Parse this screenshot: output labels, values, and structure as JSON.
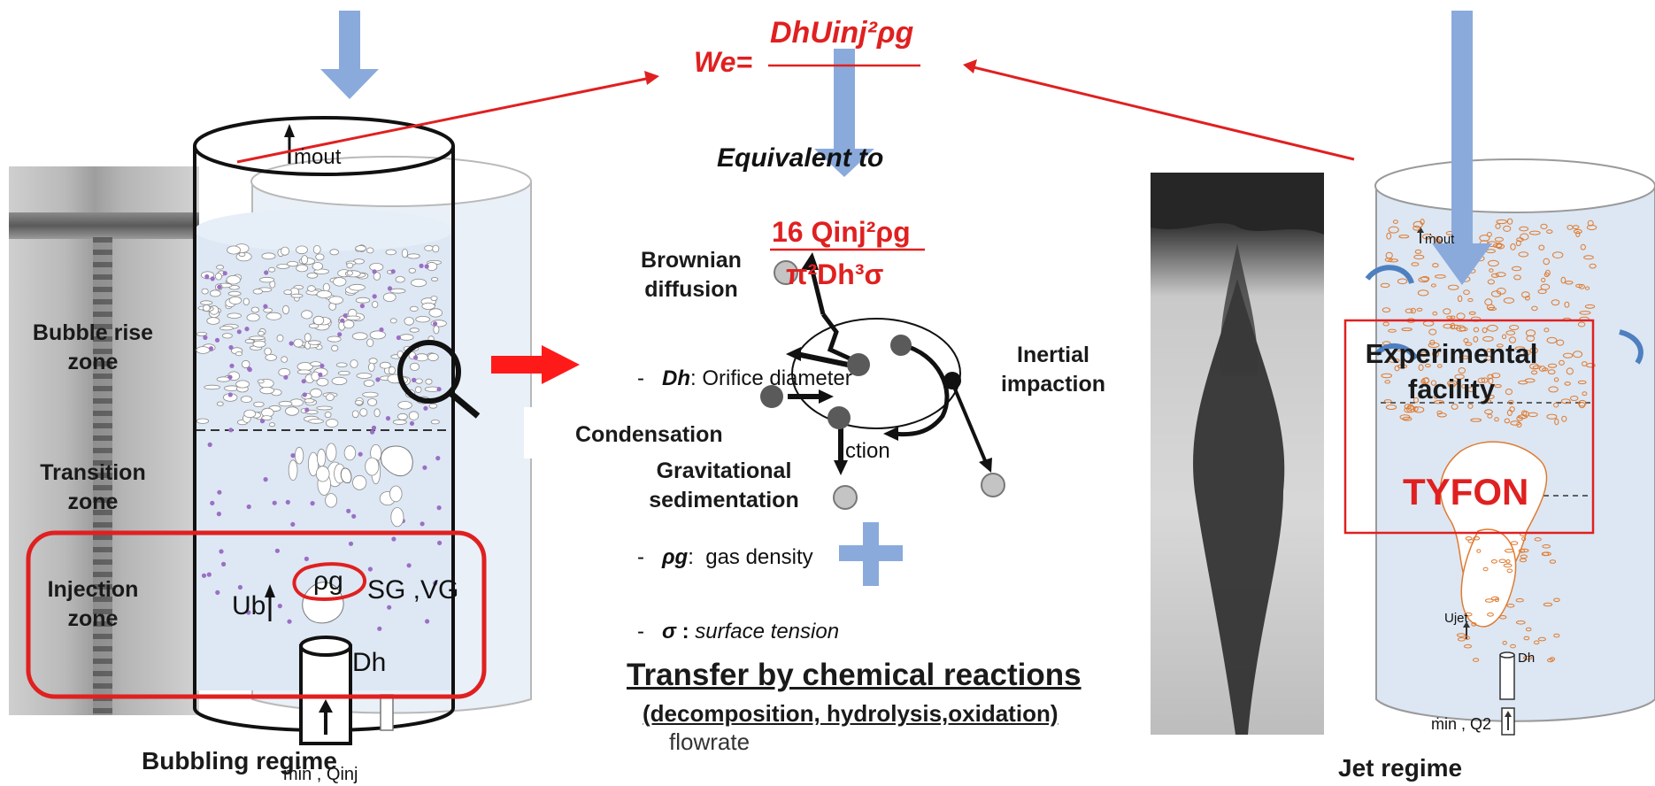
{
  "left": {
    "zones": [
      "Bubble rise zone",
      "Transition zone",
      "Injection zone"
    ],
    "outflow_label": "ṁout",
    "ub_label": "Ub",
    "rho_label": "ρg",
    "sg_vg_label": "SG ,VG",
    "dh_label": "Dh",
    "inflow_label": "ṁin , Qinj",
    "regime_label": "Bubbling regime"
  },
  "center": {
    "we_prefix": "We=",
    "we_num": "DhUinj²ρg",
    "equivalent": "Equivalent to",
    "formula2_num": "16 Qinj²ρg",
    "formula2_den": "π²Dh³σ",
    "mechanisms": {
      "brownian": "Brownian diffusion",
      "inertial": "Inertial impaction",
      "condensation": "Condensation",
      "gravitational": "Gravitational sedimentation"
    },
    "bullets": [
      {
        "sym": "Dh",
        "sep": ":",
        "text": "Orifice diameter"
      },
      {
        "sym": "ρg",
        "sep": ":",
        "text": "gas density"
      },
      {
        "sym": "σ",
        "sep": ":",
        "text": "surface tension"
      }
    ],
    "hidden_text_1": "ction",
    "hidden_text_2": "flowrate",
    "transfer_title": "Transfer by chemical reactions",
    "transfer_sub": "(decomposition, hydrolysis,oxidation)"
  },
  "right": {
    "outflow_label": "ṁout",
    "experimental": "Experimental facility",
    "tyfon": "TYFON",
    "ujet_label": "Ujet",
    "dh_label": "Dh",
    "inflow_label": "ṁin , Q2",
    "regime_label": "Jet regime"
  },
  "colors": {
    "red": "#e02020",
    "blue_arrow": "#8aaadc",
    "liquid": "#dfe9f4",
    "bubble_dot": "#9b6fc4",
    "orange_bubble": "#e07a30"
  }
}
